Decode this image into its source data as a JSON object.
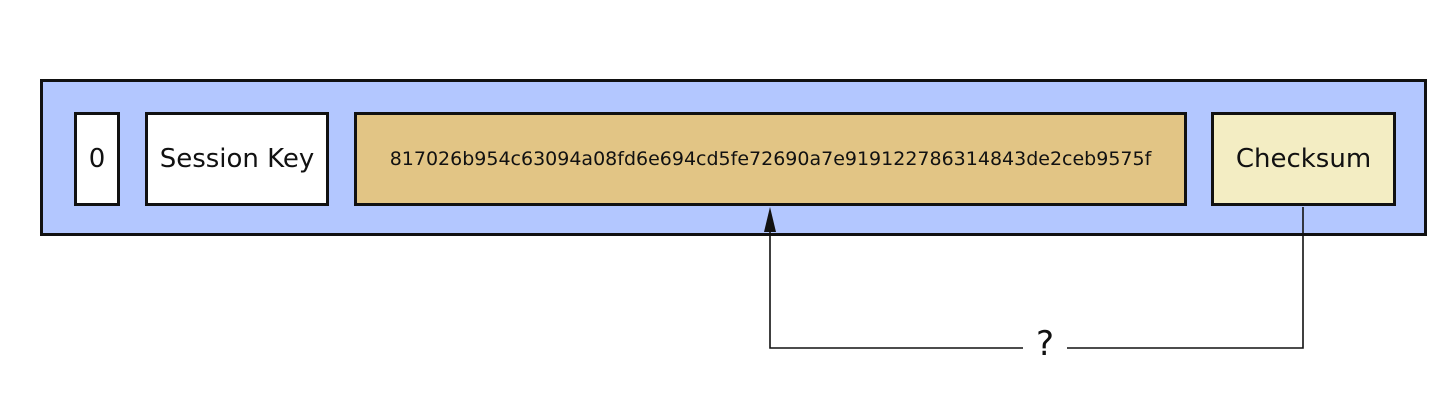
{
  "colors": {
    "container": "#b3c7ff",
    "zero_cell": "#ffffff",
    "key_cell": "#ffffff",
    "hash_cell": "#e2c585",
    "checksum_cell": "#f3edc3",
    "stroke": "#111111"
  },
  "fields": {
    "zero": "0",
    "session_key": "Session Key",
    "hash": "817026b954c63094a08fd6e694cd5fe72690a7e919122786314843de2ceb9575f",
    "checksum": "Checksum"
  },
  "connector": {
    "label": "?",
    "from": "checksum",
    "to": "hash",
    "arrow_icon": "arrowhead-up-icon"
  }
}
